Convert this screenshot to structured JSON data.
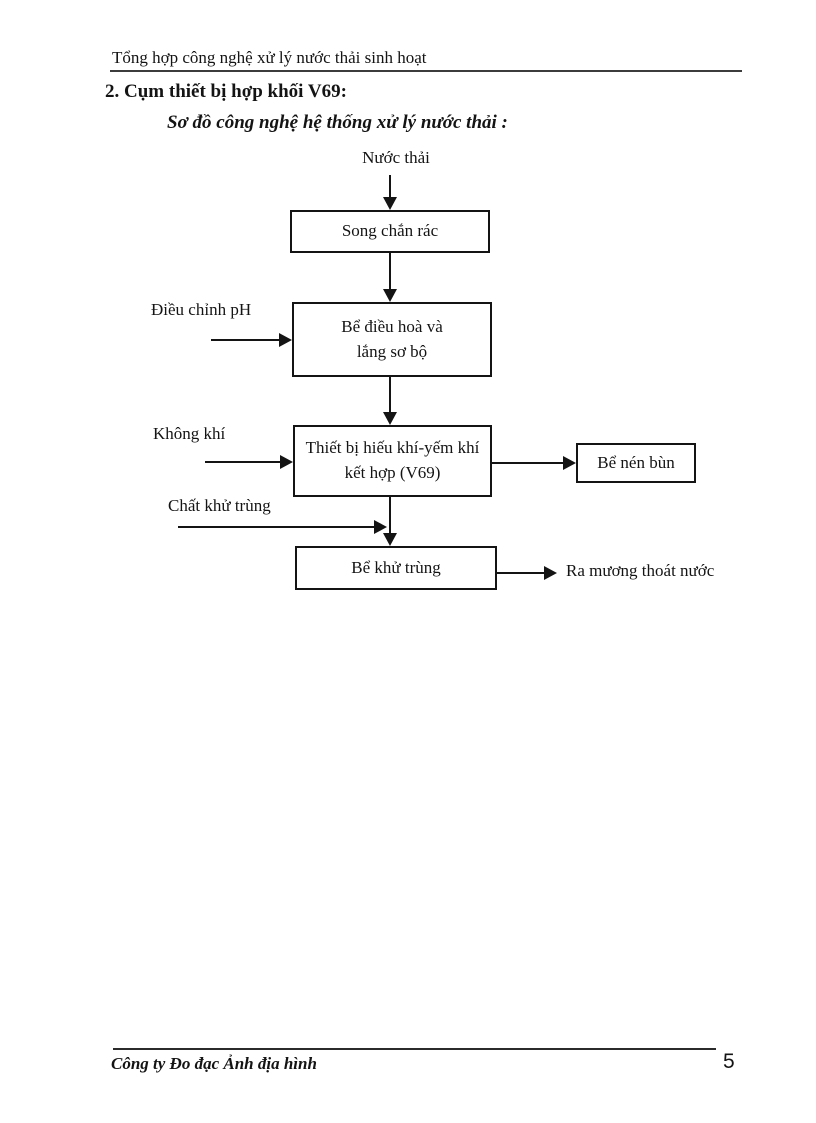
{
  "page": {
    "header": {
      "title": "Tổng hợp công nghệ xử lý nước thải sinh hoạt"
    },
    "section_heading": "2. Cụm thiết bị hợp khối V69:",
    "diagram_caption": "Sơ đồ công nghệ hệ thống xử lý nước thải :",
    "footer": {
      "company": "Công ty Đo đạc Ảnh địa hình",
      "page_number": "5"
    }
  },
  "diagram": {
    "input_label": "Nước thải",
    "boxes": [
      {
        "id": "song-chan-rac",
        "lines": [
          "Song chắn rác"
        ]
      },
      {
        "id": "be-dieu-hoa",
        "lines": [
          "Bể điều hoà và",
          "lắng sơ bộ"
        ]
      },
      {
        "id": "thiet-bi-v69",
        "lines": [
          "Thiết bị hiếu khí-yếm khí",
          "kết hợp (V69)"
        ]
      },
      {
        "id": "be-nen-bun",
        "lines": [
          "Bể nén bùn"
        ]
      },
      {
        "id": "be-khu-trung",
        "lines": [
          "Bể khử trùng"
        ]
      }
    ],
    "side_labels": [
      {
        "text": "Điều chỉnh pH"
      },
      {
        "text": "Không khí"
      },
      {
        "text": "Chất khử trùng"
      }
    ],
    "output_label": "Ra mương thoát nước",
    "colors": {
      "ink": "#141414",
      "background": "#ffffff"
    }
  }
}
